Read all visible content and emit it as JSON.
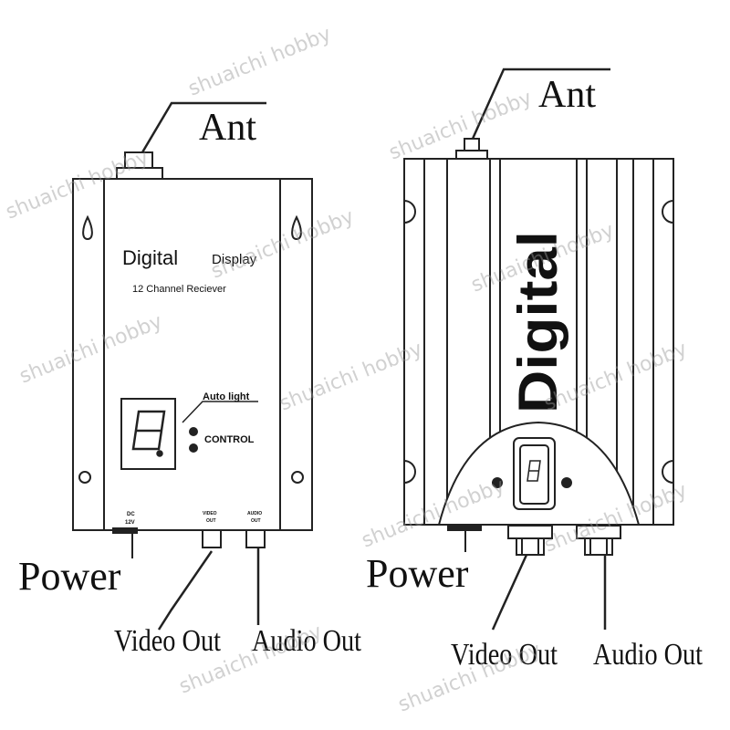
{
  "left_device": {
    "ant_label": "Ant",
    "brand_text": "Digital",
    "display_text": "Display",
    "subtitle": "12 Channel Reciever",
    "auto_light_label": "Auto light",
    "control_label": "CONTROL",
    "segment_digit": "8",
    "dc_label_line1": "DC",
    "dc_label_line2": "12V",
    "video_port_line1": "VIDEO",
    "video_port_line2": "OUT",
    "audio_port_line1": "AUDIO",
    "audio_port_line2": "OUT",
    "power_label": "Power",
    "video_out_label": "Video Out",
    "audio_out_label": "Audio Out"
  },
  "right_device": {
    "ant_label": "Ant",
    "brand_text": "Digital",
    "power_label": "Power",
    "video_out_label": "Video Out",
    "audio_out_label": "Audio Out"
  },
  "watermark": "shuaichi hobby"
}
